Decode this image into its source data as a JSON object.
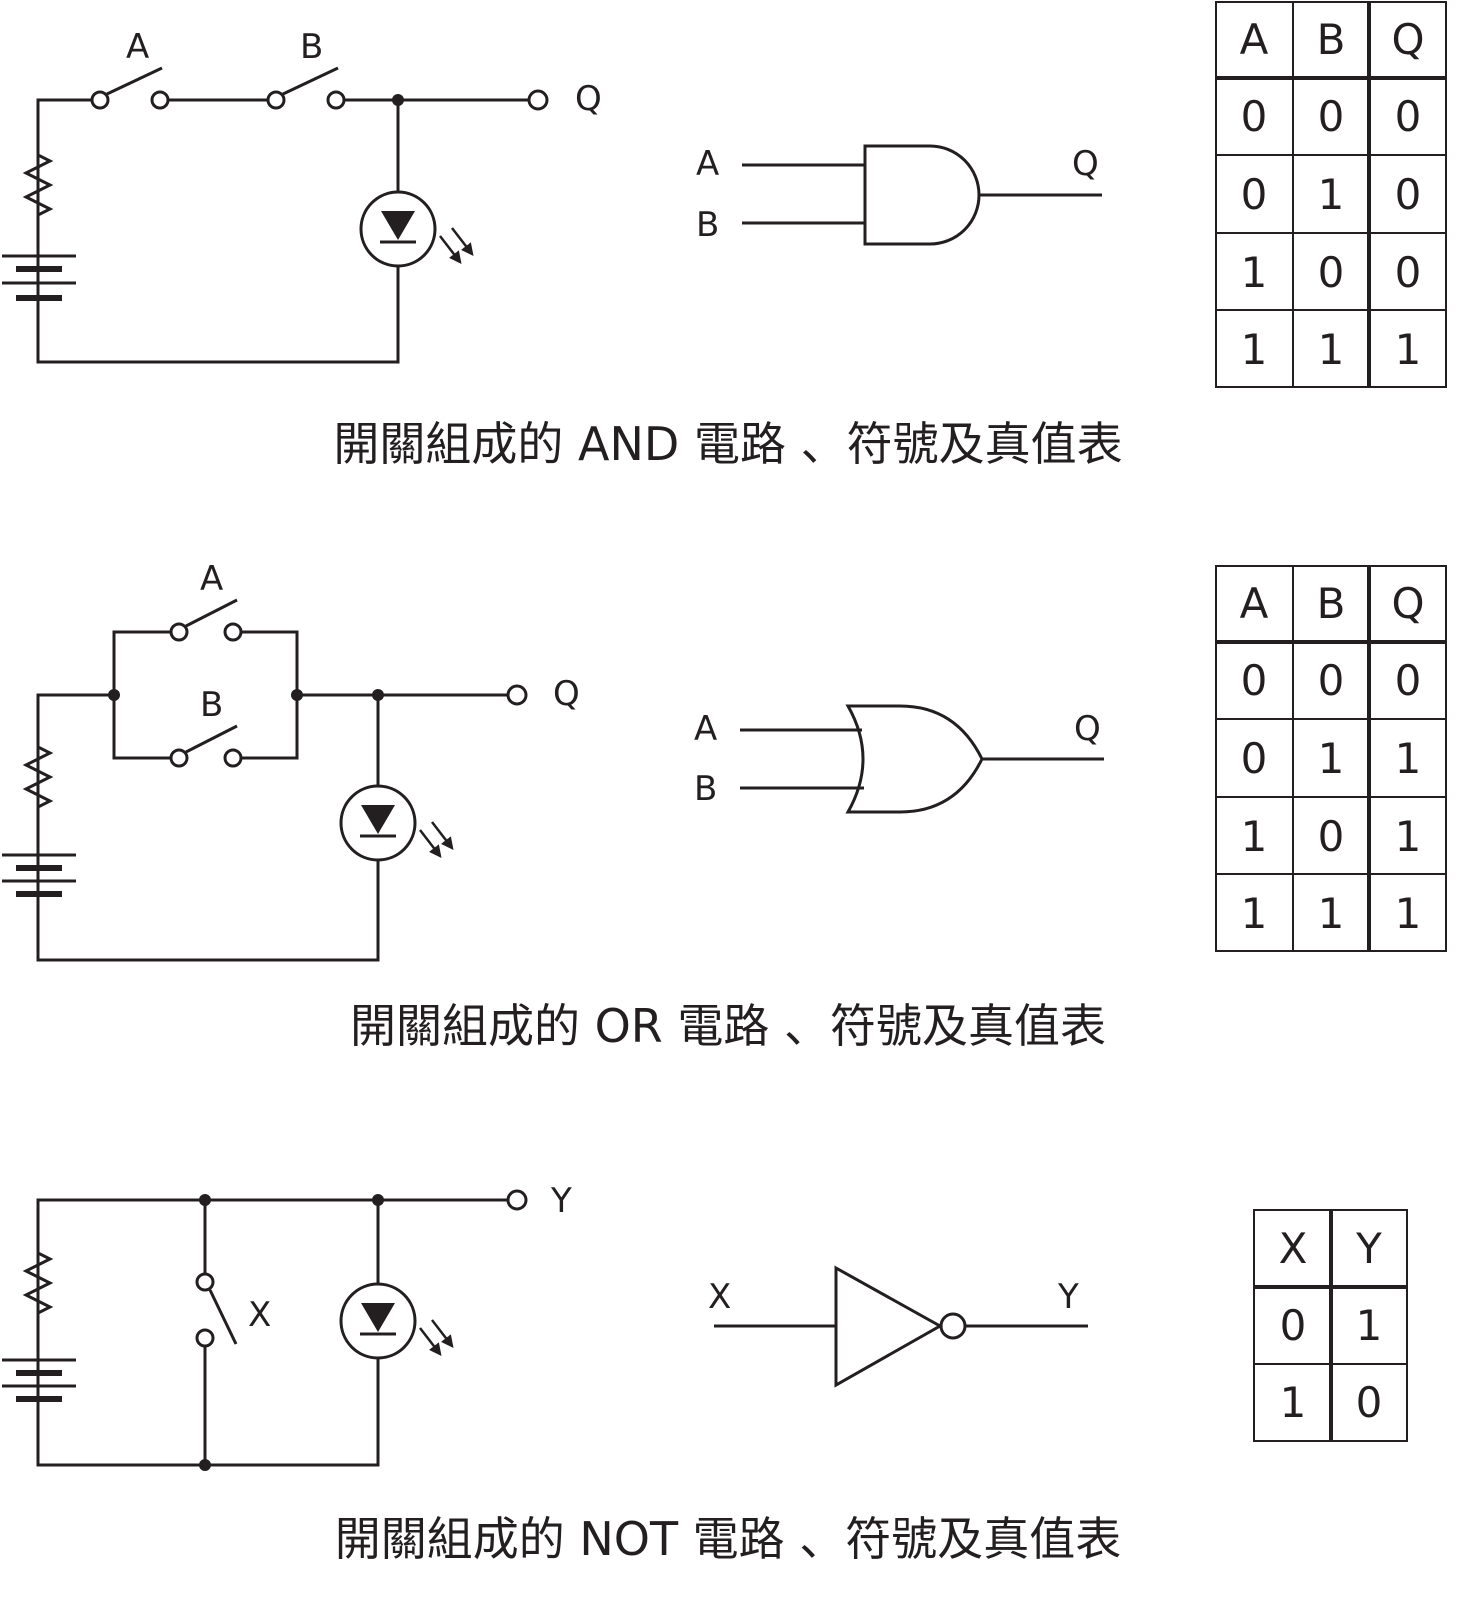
{
  "and_section": {
    "caption": "開關組成的 AND 電路 、符號及真值表",
    "circuit": {
      "switch_a": "A",
      "switch_b": "B",
      "output": "Q"
    },
    "gate": {
      "input_a": "A",
      "input_b": "B",
      "output": "Q"
    },
    "truth_table": {
      "headers": [
        "A",
        "B",
        "Q"
      ],
      "rows": [
        [
          "0",
          "0",
          "0"
        ],
        [
          "0",
          "1",
          "0"
        ],
        [
          "1",
          "0",
          "0"
        ],
        [
          "1",
          "1",
          "1"
        ]
      ]
    }
  },
  "or_section": {
    "caption": "開關組成的 OR 電路 、符號及真值表",
    "circuit": {
      "switch_a": "A",
      "switch_b": "B",
      "output": "Q"
    },
    "gate": {
      "input_a": "A",
      "input_b": "B",
      "output": "Q"
    },
    "truth_table": {
      "headers": [
        "A",
        "B",
        "Q"
      ],
      "rows": [
        [
          "0",
          "0",
          "0"
        ],
        [
          "0",
          "1",
          "1"
        ],
        [
          "1",
          "0",
          "1"
        ],
        [
          "1",
          "1",
          "1"
        ]
      ]
    }
  },
  "not_section": {
    "caption": "開關組成的 NOT 電路 、符號及真值表",
    "circuit": {
      "switch_x": "X",
      "output": "Y"
    },
    "gate": {
      "input": "X",
      "output": "Y"
    },
    "truth_table": {
      "headers": [
        "X",
        "Y"
      ],
      "rows": [
        [
          "0",
          "1"
        ],
        [
          "1",
          "0"
        ]
      ]
    }
  }
}
